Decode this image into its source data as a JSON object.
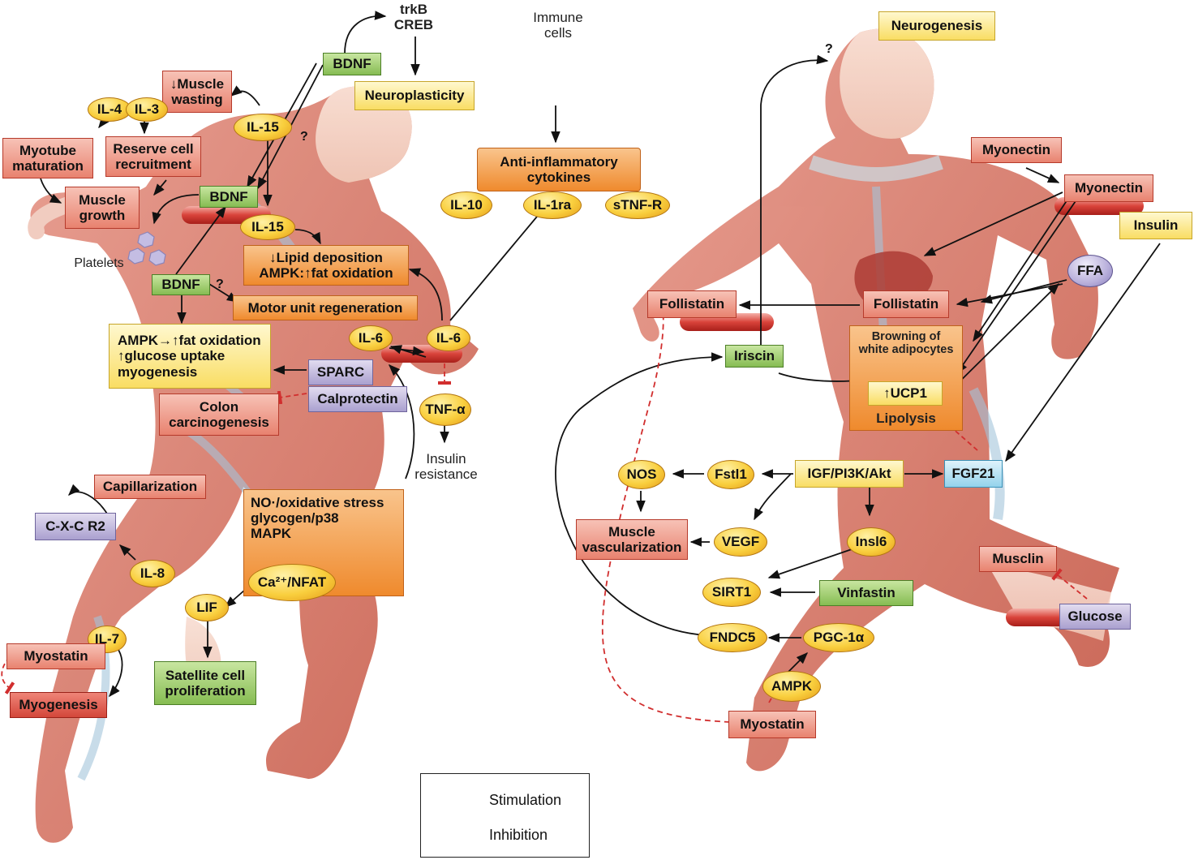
{
  "left": {
    "trkb_creb": "trkB\nCREB",
    "immune_cells": "Immune\ncells",
    "bdnf_top": "BDNF",
    "neuroplasticity": "Neuroplasticity",
    "muscle_wasting": "↓Muscle\nwasting",
    "il4": "IL-4",
    "il3": "IL-3",
    "il15_top": "IL-15",
    "myotube_maturation": "Myotube\nmaturation",
    "reserve_cell": "Reserve cell\nrecruitment",
    "muscle_growth": "Muscle\ngrowth",
    "bdnf_mid": "BDNF",
    "il15_mid": "IL-15",
    "platelets": "Platelets",
    "lipid_deposition": "↓Lipid deposition\nAMPK:↑fat oxidation",
    "bdnf_low": "BDNF",
    "motor_unit": "Motor unit regeneration",
    "ampk_box": "AMPK→↑fat oxidation\n↑glucose uptake\nmyogenesis",
    "il6_a": "IL-6",
    "il6_b": "IL-6",
    "sparc": "SPARC",
    "calprotectin": "Calprotectin",
    "colon": "Colon\ncarcinogenesis",
    "tnf": "TNF-α",
    "insulin_resistance": "Insulin\nresistance",
    "anti_inflammatory": "Anti-inflammatory\ncytokines",
    "il10": "IL-10",
    "il1ra": "IL-1ra",
    "stnfr": "sTNF-R",
    "capillarization": "Capillarization",
    "cxcr2": "C-X-C R2",
    "il8": "IL-8",
    "no_box": "NO·/oxidative stress\nglycogen/p38\nMAPK",
    "ca_nfat": "Ca²⁺/NFAT",
    "lif": "LIF",
    "il7": "IL-7",
    "myostatin": "Myostatin",
    "myogenesis": "Myogenesis",
    "satellite": "Satellite cell\nproliferation",
    "q1": "?",
    "q2": "?"
  },
  "right": {
    "neurogenesis": "Neurogenesis",
    "q3": "?",
    "myonectin_a": "Myonectin",
    "myonectin_b": "Myonectin",
    "insulin": "Insulin",
    "ffa": "FFA",
    "follistatin_a": "Follistatin",
    "follistatin_b": "Follistatin",
    "browning": "Browning of\nwhite adipocytes",
    "ucp1": "↑UCP1",
    "lipolysis": "Lipolysis",
    "iriscin": "Iriscin",
    "nos": "NOS",
    "fstl1": "Fstl1",
    "igf": "IGF/PI3K/Akt",
    "fgf21": "FGF21",
    "muscle_vasc": "Muscle\nvascularization",
    "vegf": "VEGF",
    "insl6": "Insl6",
    "sirt1": "SIRT1",
    "vinfastin": "Vinfastin",
    "musclin": "Musclin",
    "glucose": "Glucose",
    "fndc5": "FNDC5",
    "pgc1a": "PGC-1α",
    "ampk": "AMPK",
    "myostatin": "Myostatin"
  },
  "legend": {
    "stimulation": "Stimulation",
    "inhibition": "Inhibition"
  },
  "colors": {
    "inhibition": "#d12e2e",
    "stimulation": "#111111"
  }
}
